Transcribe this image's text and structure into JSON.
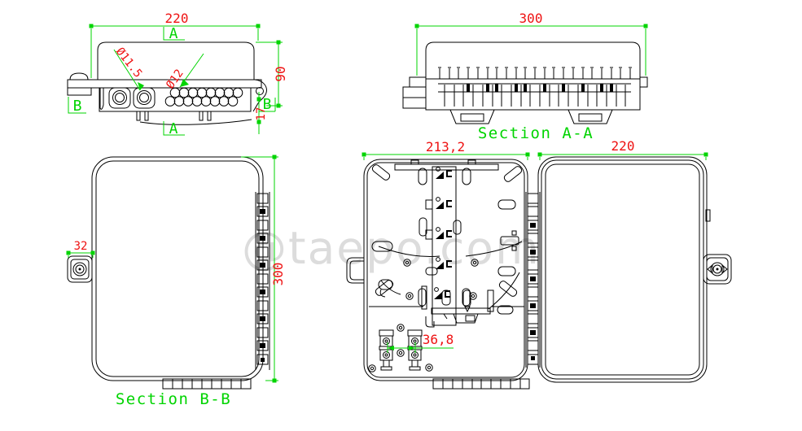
{
  "watermark": {
    "text": "@taepo.com"
  },
  "colors": {
    "line": "#000000",
    "dimension_text": "#ee1212",
    "dimension_line": "#00d400",
    "watermark": "#dcdcdc",
    "background": "#ffffff"
  },
  "views": {
    "side": {
      "dim_width": "220",
      "dim_height": "90",
      "dim_port": "17",
      "dia_small": "Ø11.5",
      "dia_large": "Ø12",
      "marker_a_top": "A",
      "marker_a_bottom": "A",
      "marker_b_left": "B",
      "marker_b_right": "B"
    },
    "section_aa": {
      "label": "Section A-A",
      "dim_width": "300"
    },
    "section_bb": {
      "label": "Section B-B",
      "dim_lug": "32",
      "dim_height": "300"
    },
    "inner": {
      "dim_width": "213,2",
      "dim_clamp": "36,8"
    },
    "cover": {
      "dim_width": "220"
    }
  }
}
